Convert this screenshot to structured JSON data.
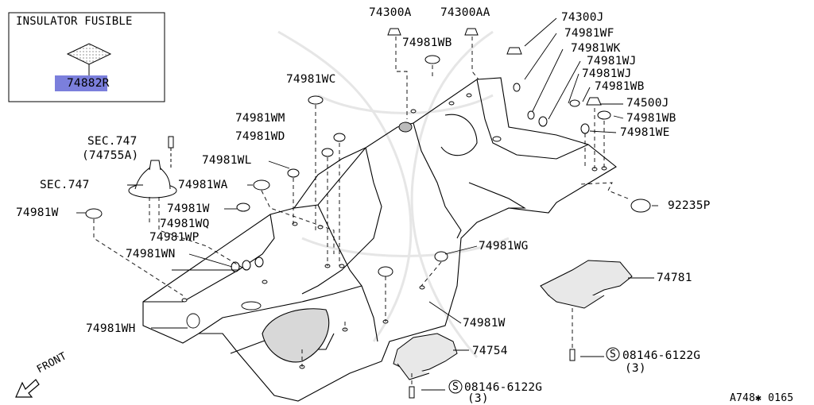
{
  "inset": {
    "title": "INSULATOR FUSIBLE",
    "part": "74882R",
    "highlight_color": "#7b7fdc"
  },
  "labels": {
    "p74300A": "74300A",
    "p74300AA": "74300AA",
    "p74300J": "74300J",
    "p74981WF": "74981WF",
    "p74981WB_top": "74981WB",
    "p74981WK": "74981WK",
    "p74981WJ_1": "74981WJ",
    "p74981WJ_2": "74981WJ",
    "p74981WB_mid": "74981WB",
    "p74500J": "74500J",
    "p74981WB_r": "74981WB",
    "p74981WE": "74981WE",
    "p74981WC": "74981WC",
    "p74981WM": "74981WM",
    "p74981WD": "74981WD",
    "p74981WL": "74981WL",
    "p74981WA": "74981WA",
    "sec747_a": "SEC.747",
    "sec747_a_sub": "(74755A)",
    "sec747_b": "SEC.747",
    "p74981W_left": "74981W",
    "p74981W_mid": "74981W",
    "p74981WQ": "74981WQ",
    "p74981WP": "74981WP",
    "p74981WN": "74981WN",
    "p74981WG": "74981WG",
    "p92235P": "92235P",
    "p74781": "74781",
    "p74981W_bot": "74981W",
    "p74754": "74754",
    "p74981WH": "74981WH",
    "bolt_right": "08146-6122G",
    "bolt_right_qty": "(3)",
    "bolt_bottom": "08146-6122G",
    "bolt_bottom_qty": "(3)",
    "bolt_symbol": "S",
    "front": "FRONT",
    "code": "A748✱ 0165"
  }
}
